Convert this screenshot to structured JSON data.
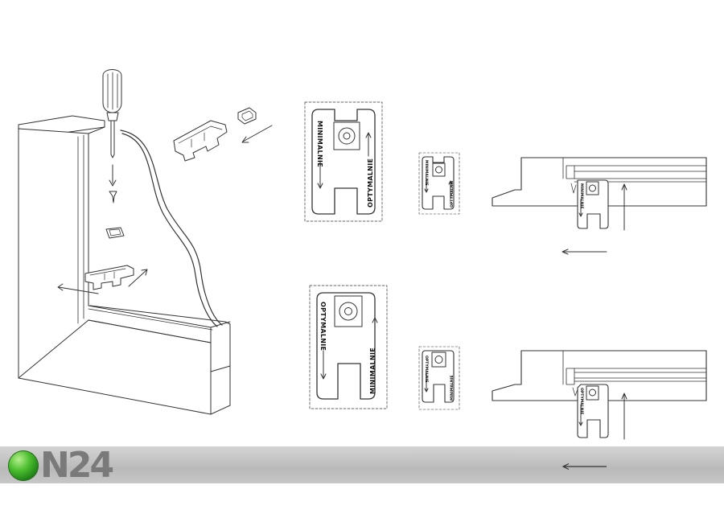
{
  "brand": {
    "text": "N24",
    "icon": "green-ball-logo"
  },
  "labels": {
    "minimal": "MINIMALNIE",
    "optimal": "OPTYMALNIE"
  },
  "colors": {
    "line": "#333333",
    "brand_green": "#3fae2a",
    "brand_grey": "#7a7a7a",
    "bar": "#c4c4c4"
  }
}
